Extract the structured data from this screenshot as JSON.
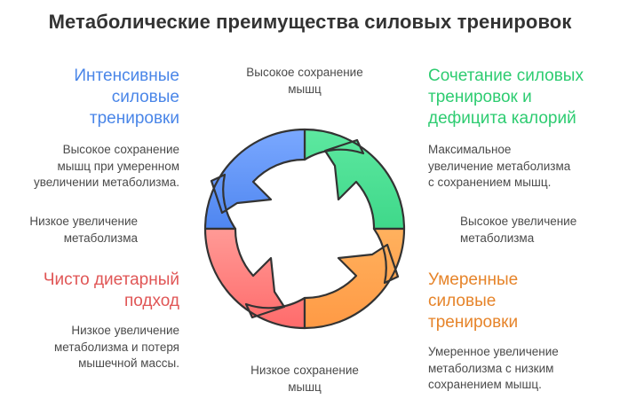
{
  "title": "Метаболические преимущества силовых тренировок",
  "axis": {
    "top": "Высокое сохранение\nмышц",
    "bottom": "Низкое сохранение\nмышц",
    "left": "Низкое увеличение\nметаболизма",
    "right": "Высокое увеличение\nметаболизма"
  },
  "quadrants": {
    "top_left": {
      "heading": "Интенсивные\nсиловые\nтренировки",
      "description": "Высокое сохранение\nмышц при умеренном\nувеличении метаболизма.",
      "color": "#4a86e8"
    },
    "top_right": {
      "heading": "Сочетание силовых\nтренировок и\nдефицита калорий",
      "description": "Максимальное\nувеличение метаболизма\nс сохранением мышц.",
      "color": "#2ecc71"
    },
    "bottom_left": {
      "heading": "Чисто диетарный\nподход",
      "description": "Низкое увеличение\nметаболизма и потеря\nмышечной массы.",
      "color": "#e05656"
    },
    "bottom_right": {
      "heading": "Умеренные\nсиловые\nтренировки",
      "description": "Умеренное увеличение\nметаболизма с низким\nсохранением мышц.",
      "color": "#e6842a"
    }
  },
  "segment_colors": {
    "top_left": "#5b8ff5",
    "top_right": "#4fe39a",
    "bottom_right": "#ffa34d",
    "bottom_left": "#ff6b6b"
  }
}
